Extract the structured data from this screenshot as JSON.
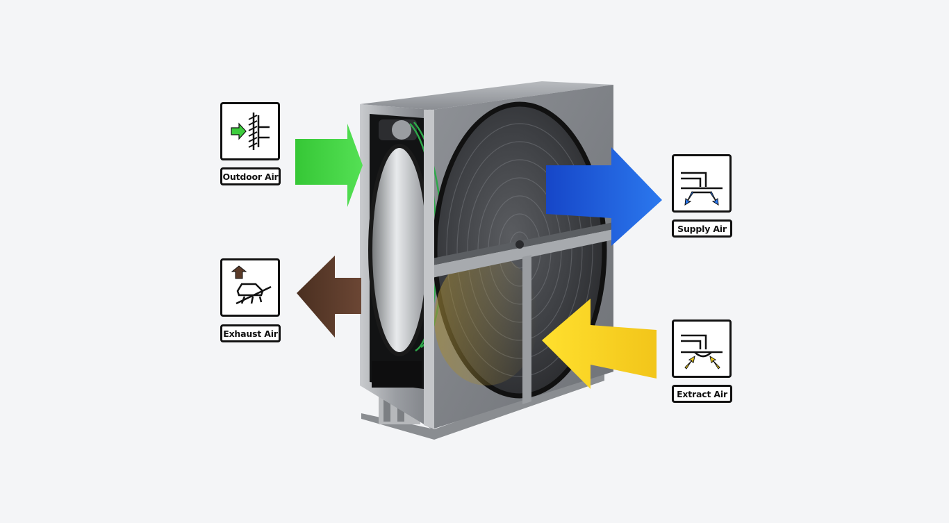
{
  "labels": {
    "outdoor_air": "Outdoor Air",
    "exhaust_air": "Exhaust Air",
    "supply_air": "Supply Air",
    "extract_air": "Extract Air"
  },
  "icons": {
    "outdoor_air": "outdoor-air-intake-icon",
    "exhaust_air": "exhaust-air-outlet-icon",
    "supply_air": "supply-air-diffuser-icon",
    "extract_air": "extract-air-grille-icon"
  },
  "colors": {
    "outdoor_air": "#3dcc3d",
    "exhaust_air": "#5a3a28",
    "supply_air": "#1f5fe0",
    "extract_air": "#f5d21a",
    "background": "#f4f5f7"
  }
}
